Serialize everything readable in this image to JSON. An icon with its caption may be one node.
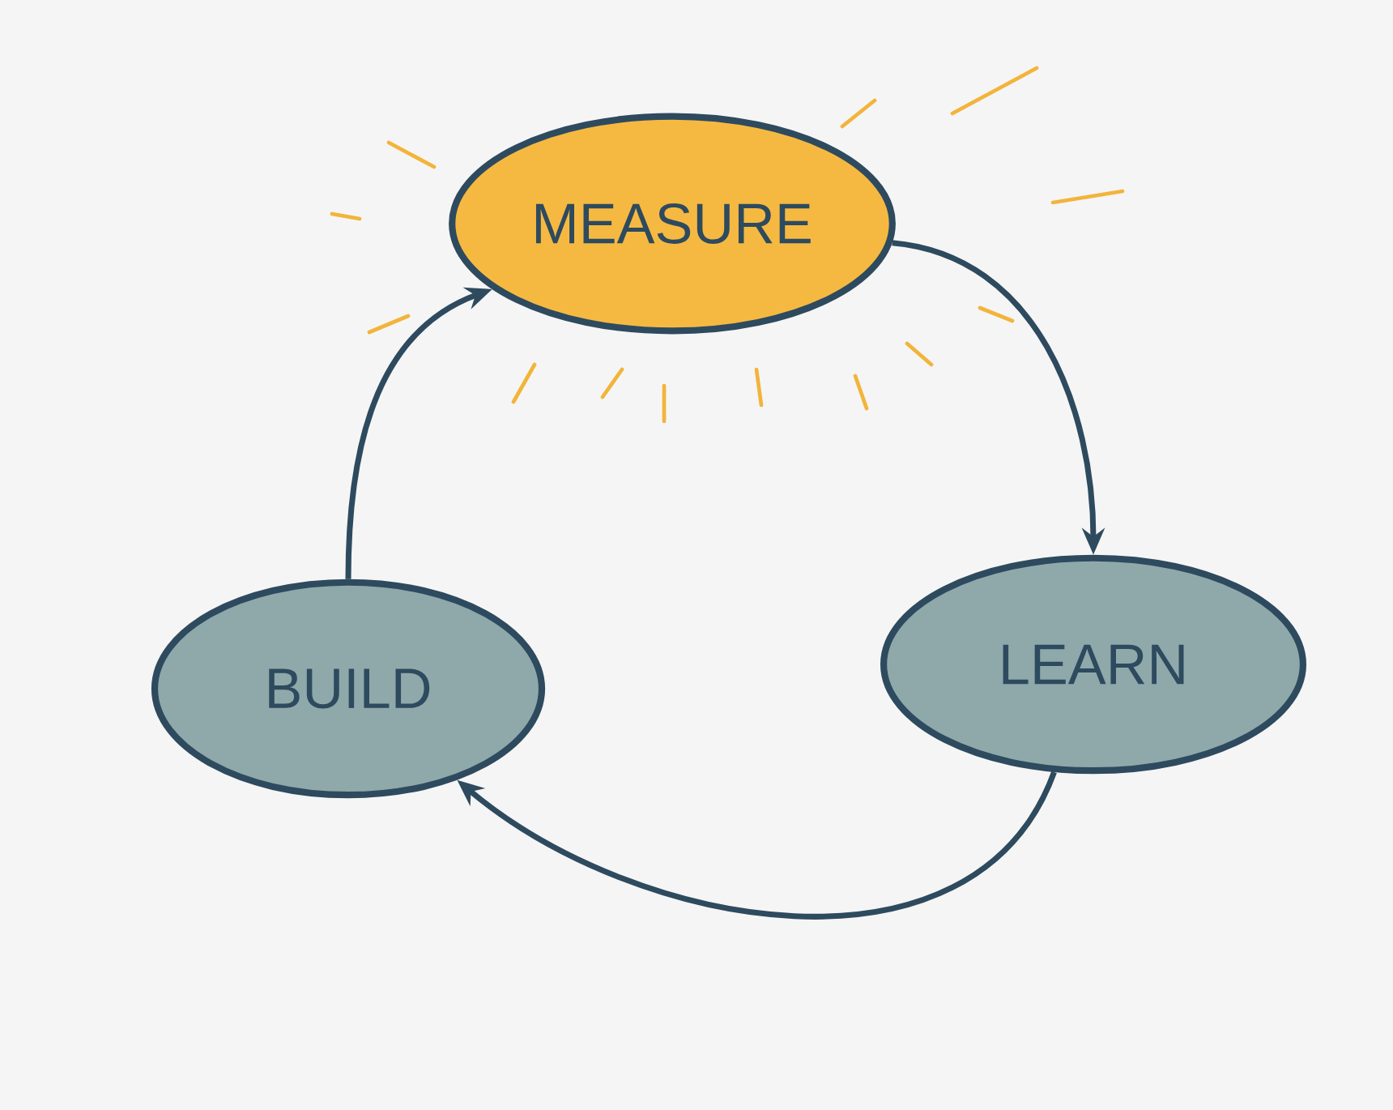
{
  "diagram": {
    "nodes": [
      {
        "text": [
          "MEASURE"
        ]
      },
      {
        "text": [
          "LEARN"
        ]
      },
      {
        "text": [
          "BUILD"
        ]
      }
    ],
    "edges": [
      {
        "from": 2,
        "to": 0,
        "arrow": "to"
      },
      {
        "from": 0,
        "to": 1,
        "arrow": "to"
      },
      {
        "from": 1,
        "to": 2,
        "arrow": "to"
      }
    ]
  }
}
